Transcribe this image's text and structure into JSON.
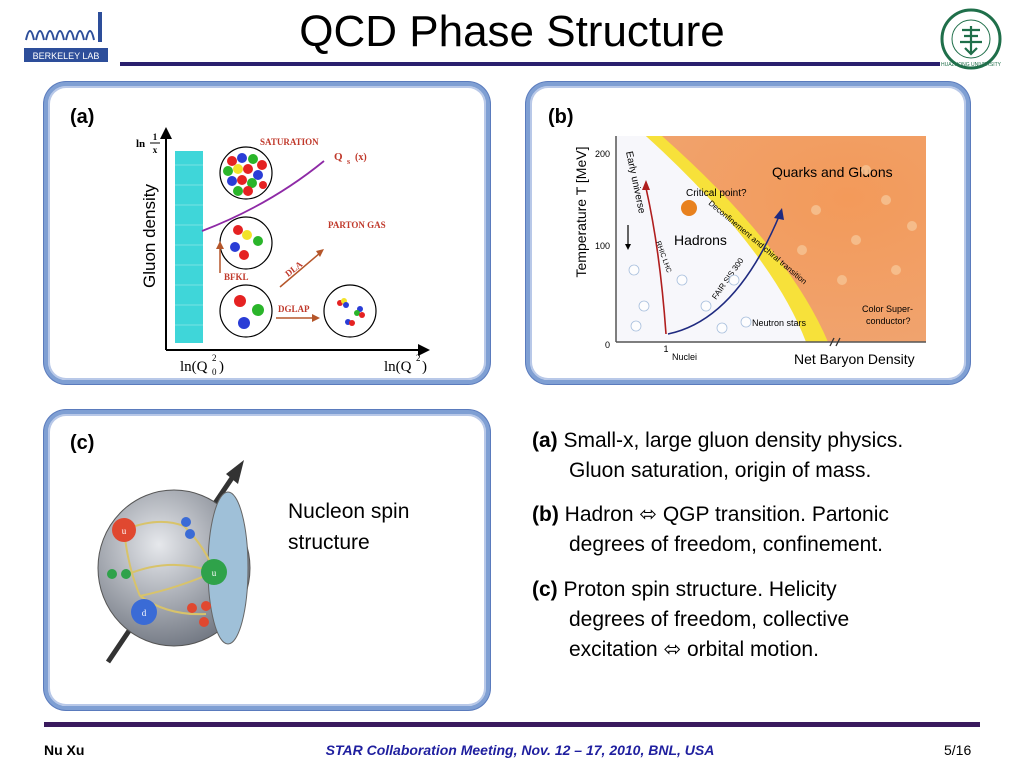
{
  "slide": {
    "title": "QCD Phase Structure",
    "logo_left_text": "BERKELEY LAB",
    "logo_right_text": "HUAZHONG UNIVERSITY"
  },
  "panel_a": {
    "label": "(a)",
    "y_axis": "Gluon density",
    "y_top_label": "ln",
    "y_top_frac_num": "1",
    "y_top_frac_den": "x",
    "saturation": "SATURATION",
    "qs": "Q",
    "qs_sub": "s",
    "qs_arg": "(x)",
    "parton_gas": "PARTON GAS",
    "dla": "DLA",
    "bfkl": "BFKL",
    "dglap": "DGLAP",
    "x_left": "ln(Q",
    "x_left_sub": "0",
    "x_left_sup": "2",
    "x_left_close": ")",
    "x_right": "ln(Q",
    "x_right_sup": "2",
    "x_right_close": ")"
  },
  "panel_b": {
    "label": "(b)",
    "y_axis": "Temperature T [MeV]",
    "x_axis": "Net Baryon Density",
    "tick_200": "200",
    "tick_100": "100",
    "tick_0": "0",
    "tick_1": "1",
    "nuclei": "Nuclei",
    "quarks_gluons": "Quarks and Gluons",
    "critical_point": "Critical point?",
    "early_universe": "Early universe",
    "hadrons": "Hadrons",
    "deconfinement": "Deconfinement and chiral transition",
    "rhic": "RHIC LHC",
    "fair": "FAIR SIS 300",
    "neutron_stars": "Neutron stars",
    "color_super_1": "Color Super-",
    "color_super_2": "conductor?"
  },
  "panel_c": {
    "label": "(c)",
    "caption_1": "Nucleon spin",
    "caption_2": "structure",
    "quark_u": "u",
    "quark_d": "d"
  },
  "description": {
    "a_label": "(a)",
    "a_line1": " Small-x, large gluon density physics.",
    "a_line2": "Gluon saturation, origin of mass.",
    "b_label": "(b)",
    "b_line1_pre": " Hadron ",
    "b_arrow": "⬄",
    "b_line1_post": " QGP transition. Partonic",
    "b_line2": "degrees of freedom, confinement.",
    "c_label": "(c)",
    "c_line1": " Proton spin structure. Helicity",
    "c_line2": "degrees of freedom, collective",
    "c_line3_pre": "excitation ",
    "c_arrow": "⬄",
    "c_line3_post": " orbital motion."
  },
  "footer": {
    "author": "Nu Xu",
    "meeting": "STAR Collaboration Meeting, Nov. 12 – 17, 2010, BNL, USA",
    "page": "5/16"
  },
  "colors": {
    "panel_border": "#7f9fd3",
    "title_rule": "#2a1f6e",
    "footer_rule": "#3a1a5e",
    "footer_meeting": "#1f1f9f",
    "saturation_red": "#c0392b",
    "cyan_bar": "#3fd6d9"
  }
}
